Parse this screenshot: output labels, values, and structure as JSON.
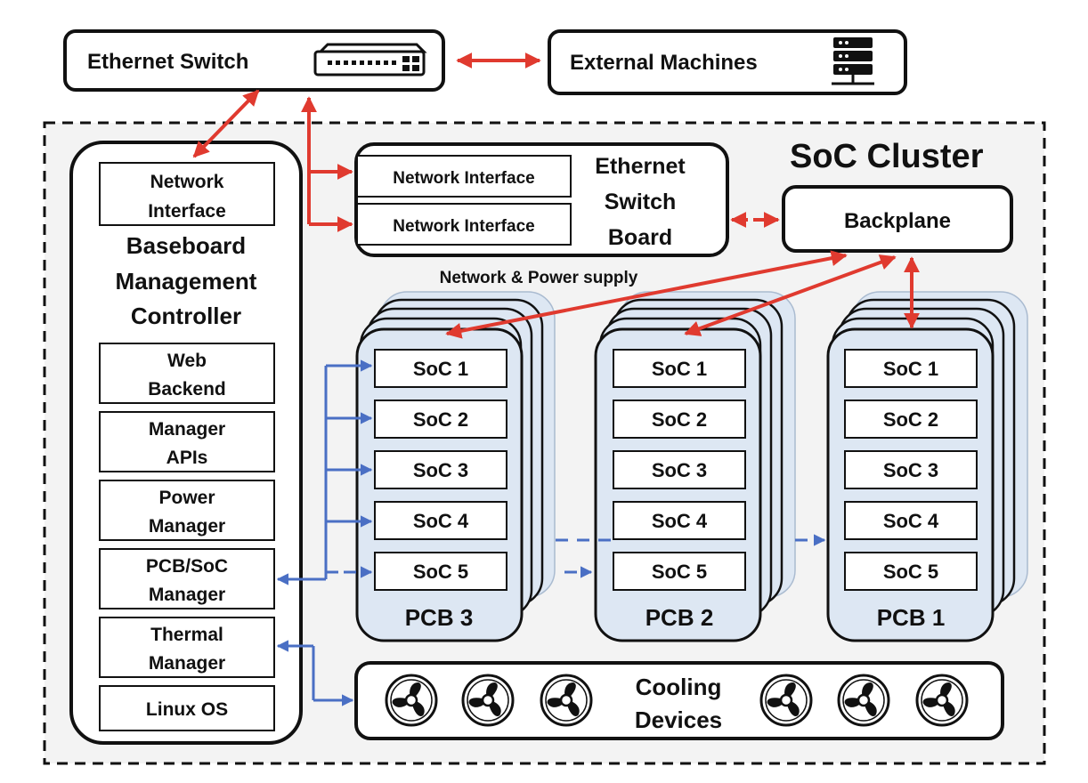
{
  "top": {
    "ethernet_switch": "Ethernet Switch",
    "external_machines": "External Machines"
  },
  "cluster": {
    "title": "SoC Cluster",
    "switch_board": {
      "title_lines": [
        "Ethernet",
        "Switch",
        "Board"
      ],
      "interfaces": [
        "Network Interface",
        "Network Interface"
      ]
    },
    "backplane": "Backplane",
    "network_power_label": "Network & Power supply",
    "bmc": {
      "network_interface_lines": [
        "Network",
        "Interface"
      ],
      "title_lines": [
        "Baseboard",
        "Management",
        "Controller"
      ],
      "modules": [
        [
          "Web",
          "Backend"
        ],
        [
          "Manager",
          "APIs"
        ],
        [
          "Power",
          "Manager"
        ],
        [
          "PCB/SoC",
          "Manager"
        ],
        [
          "Thermal",
          "Manager"
        ],
        [
          "Linux OS"
        ]
      ]
    },
    "pcbs": [
      {
        "name": "PCB 3",
        "socs": [
          "SoC 1",
          "SoC 2",
          "SoC 3",
          "SoC 4",
          "SoC 5"
        ]
      },
      {
        "name": "PCB 2",
        "socs": [
          "SoC 1",
          "SoC 2",
          "SoC 3",
          "SoC 4",
          "SoC 5"
        ]
      },
      {
        "name": "PCB 1",
        "socs": [
          "SoC 1",
          "SoC 2",
          "SoC 3",
          "SoC 4",
          "SoC 5"
        ]
      }
    ],
    "cooling": {
      "title_lines": [
        "Cooling",
        "Devices"
      ],
      "fan_icons": [
        "fan-icon",
        "fan-icon",
        "fan-icon",
        "fan-icon",
        "fan-icon",
        "fan-icon"
      ]
    }
  },
  "colors": {
    "network_arrow": "#e03a2f",
    "control_arrow": "#4a6fc4",
    "pcb_fill": "#dde7f3",
    "cluster_bg": "#f3f3f3"
  }
}
